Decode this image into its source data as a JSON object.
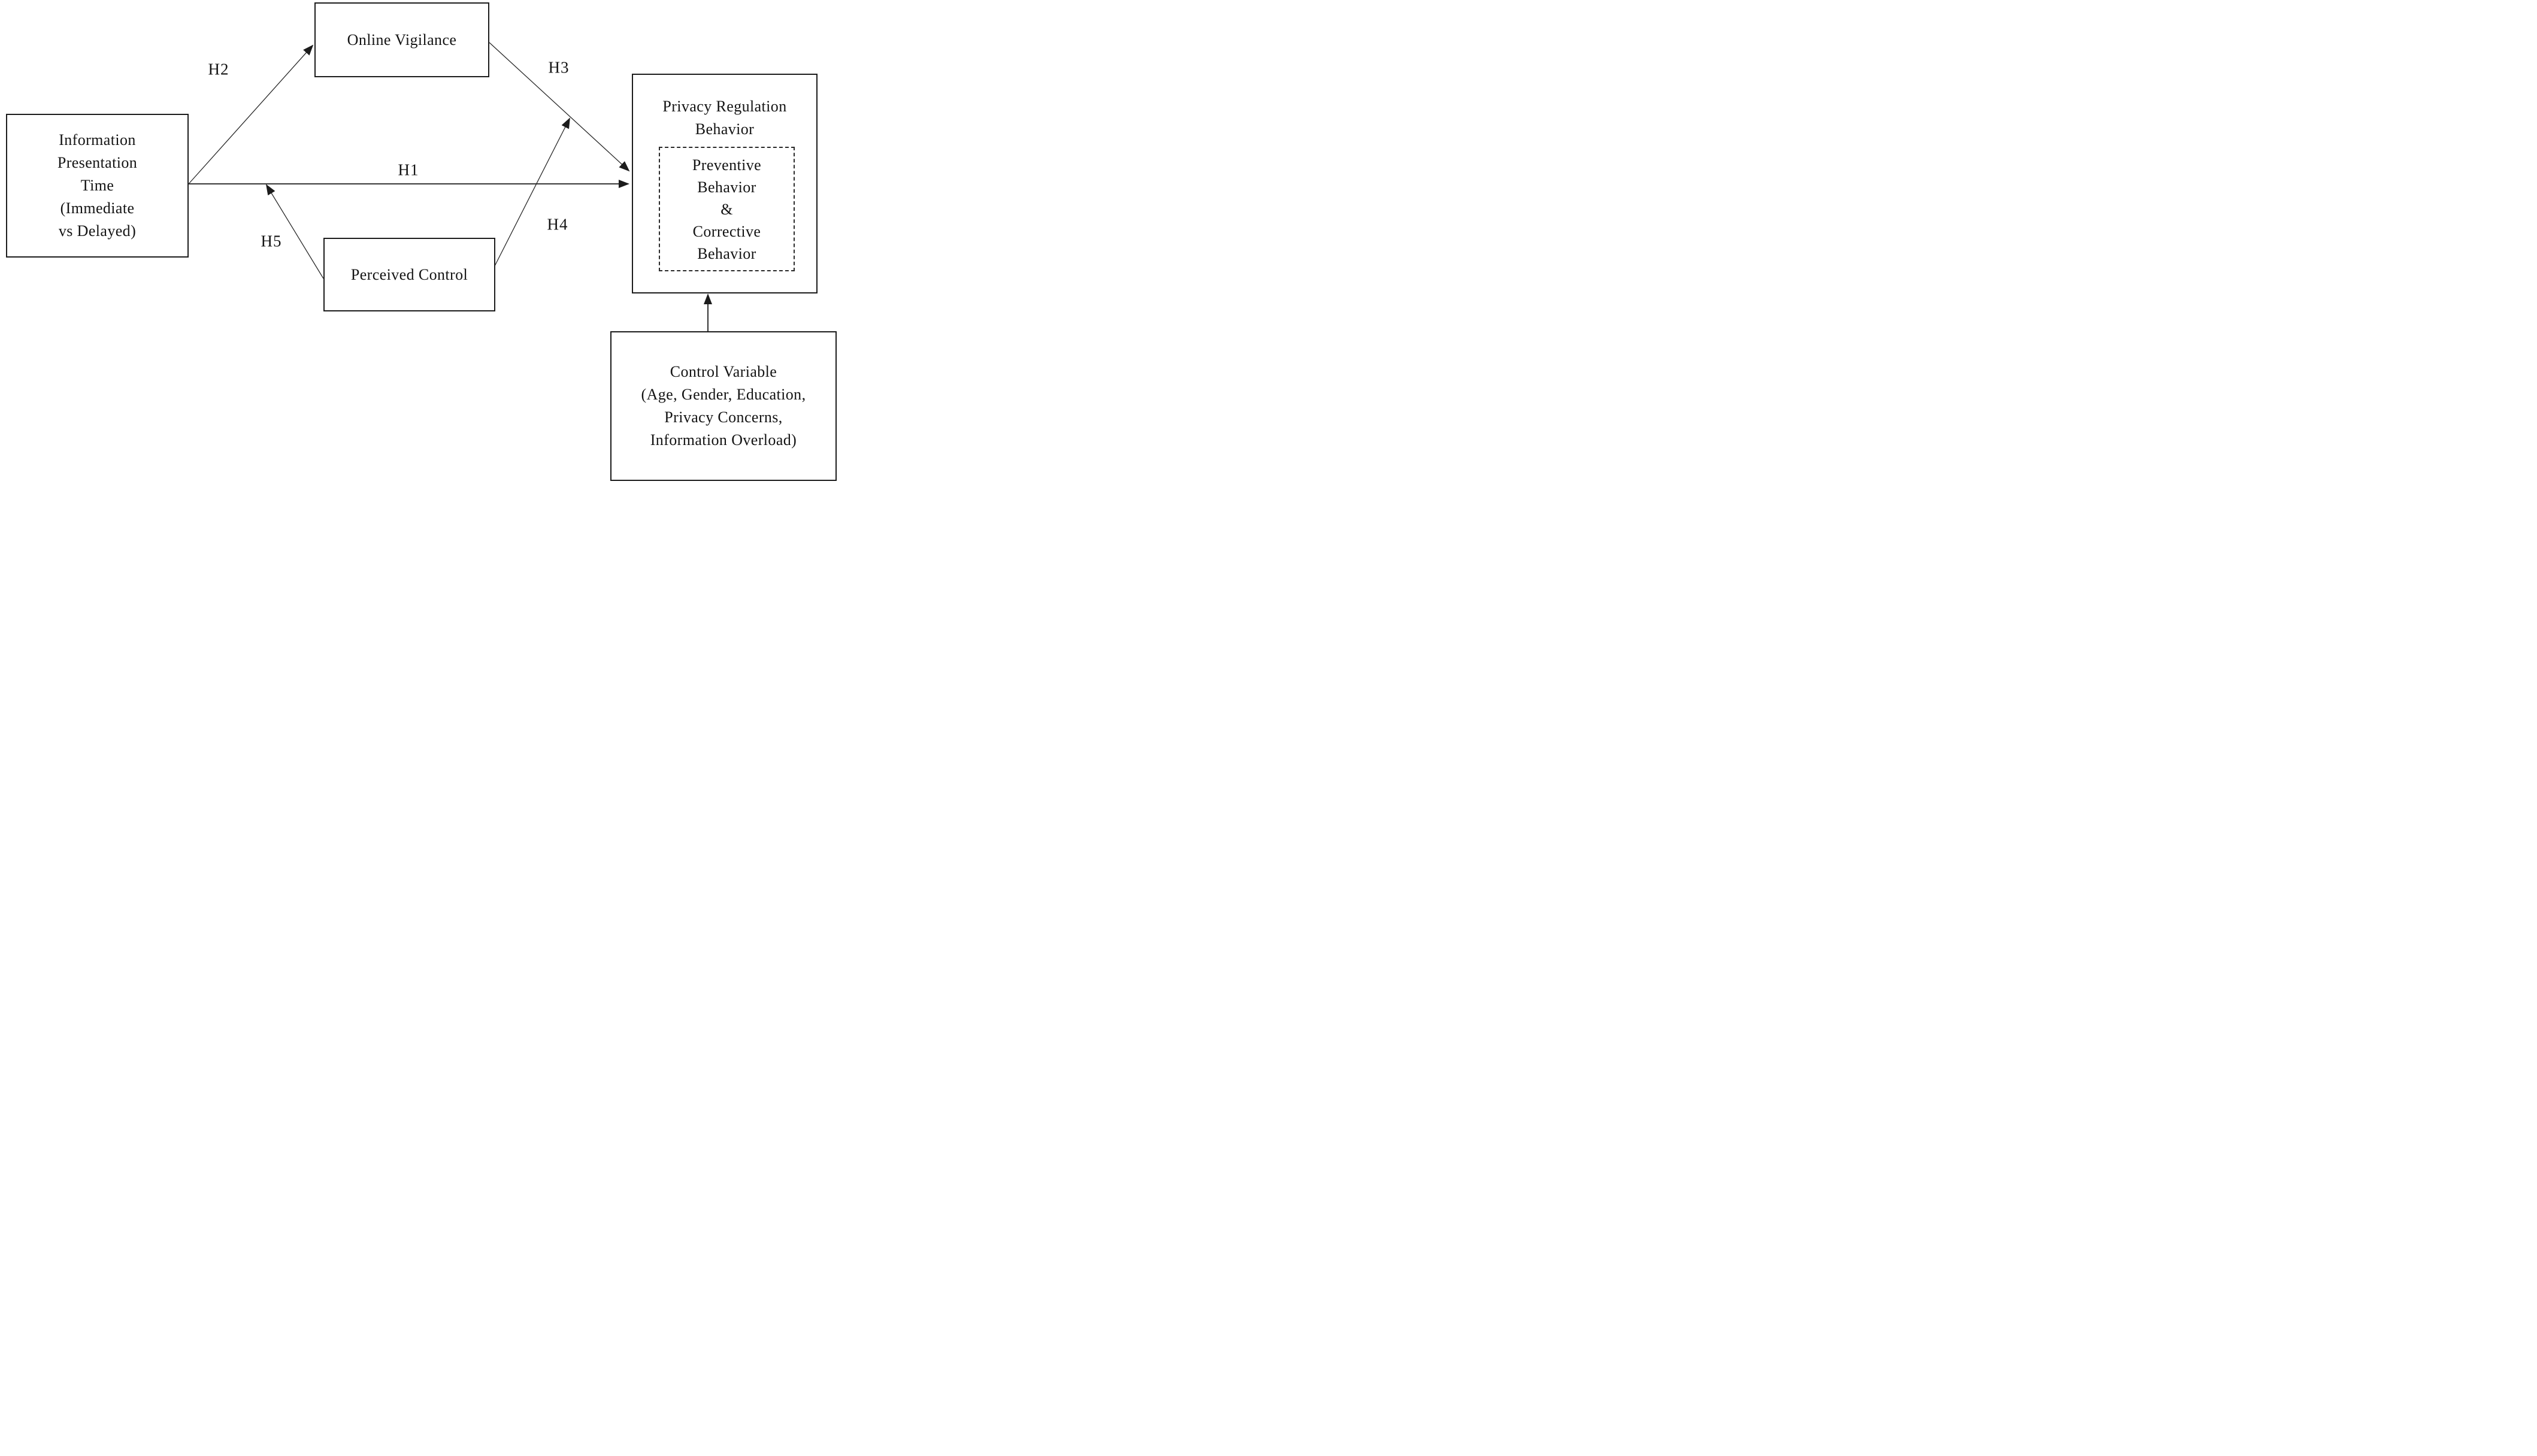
{
  "diagram": {
    "nodes": {
      "information_presentation_time": {
        "lines": [
          "Information",
          "Presentation",
          "Time",
          "(Immediate",
          "vs Delayed)"
        ]
      },
      "online_vigilance": {
        "label": "Online Vigilance"
      },
      "perceived_control": {
        "label": "Perceived Control"
      },
      "privacy_regulation_behavior": {
        "title_lines": [
          "Privacy Regulation",
          "Behavior"
        ],
        "inner_lines": [
          "Preventive",
          "Behavior",
          "&",
          "Corrective",
          "Behavior"
        ]
      },
      "control_variable": {
        "lines": [
          "Control Variable",
          "(Age, Gender, Education,",
          "Privacy Concerns,",
          "Information Overload)"
        ]
      }
    },
    "hypothesis_labels": {
      "h1": "H1",
      "h2": "H2",
      "h3": "H3",
      "h4": "H4",
      "h5": "H5"
    },
    "colors": {
      "line": "#1c1c1c",
      "text": "#141414",
      "background": "#ffffff"
    }
  }
}
